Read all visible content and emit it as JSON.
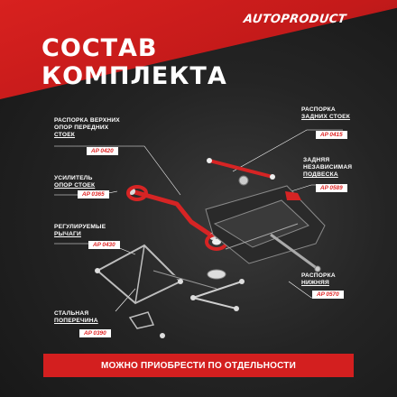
{
  "brand": {
    "name": "AUTOPRODUCT"
  },
  "title": {
    "line1": "СОСТАВ",
    "line2": "КОМПЛЕКТА"
  },
  "items": [
    {
      "id": "front-strut-brace",
      "line1": "РАСПОРКА ВЕРХНИХ",
      "line2": "ОПОР ПЕРЕДНИХ",
      "line3": "СТОЕК",
      "code": "AP 0420"
    },
    {
      "id": "strut-reinforcement",
      "line1": "УСИЛИТЕЛЬ",
      "line2": "ОПОР СТОЕК",
      "code": "AP 0365"
    },
    {
      "id": "adjustable-arms",
      "line1": "РЕГУЛИРУЕМЫЕ",
      "line2": "РЫЧАГИ",
      "code": "AP 0430"
    },
    {
      "id": "steel-crossmember",
      "line1": "СТАЛЬНАЯ",
      "line2": "ПОПЕРЕЧИНА",
      "code": "AP 0390"
    },
    {
      "id": "rear-strut-brace",
      "line1": "РАСПОРКА",
      "line2": "ЗАДНИХ СТОЕК",
      "code": "AP 0415"
    },
    {
      "id": "rear-suspension-brace",
      "line1": "ЗАДНЯЯ",
      "line2": "НЕЗАВИСИМАЯ",
      "line3": "ПОДВЕСКА",
      "code": "AP 0589"
    },
    {
      "id": "lower-brace",
      "line1": "РАСПОРКА",
      "line2": "НИЖНЯЯ",
      "code": "AP 0570"
    }
  ],
  "footer": {
    "text": "МОЖНО ПРИОБРЕСТИ ПО ОТДЕЛЬНОСТИ"
  },
  "colors": {
    "accent": "#d31f1f",
    "background": "#1b1b1b"
  }
}
